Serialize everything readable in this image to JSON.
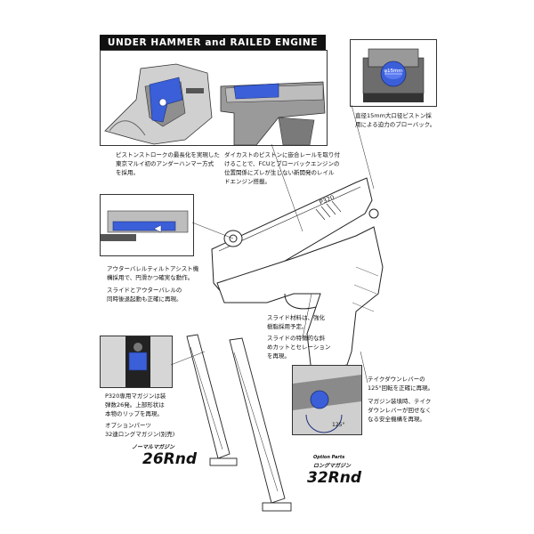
{
  "header": {
    "title": "UNDER HAMMER and RAILED ENGINE"
  },
  "captions": {
    "hammer": [
      "ピストンストロークの最長化を実現した",
      "東京マルイ初のアンダーハンマー方式",
      "を採用。"
    ],
    "rail": [
      "ダイカストのピストンに嵌合レールを取り付",
      "けることで、FCUとブローバックエンジンの",
      "位置関係にズレが生じない新開発のレイル",
      "ドエンジン搭載。"
    ],
    "piston": [
      "直径15mm大口径ピストン採",
      "用による迫力のブローバック。"
    ],
    "barrel_1": [
      "アウターバレルティルトアシスト機",
      "構採用で、円滑かつ確実な動作。"
    ],
    "barrel_2": [
      "スライドとアウターバレルの",
      "同時後退起動も正確に再現。"
    ],
    "slide_1": [
      "スライド材料は、強化",
      "樹脂採用予定。"
    ],
    "slide_2": [
      "スライドの特徴的な斜",
      "めカットとセレーション",
      "を再現。"
    ],
    "takedown_1": [
      "テイクダウンレバーの",
      "125°回転を正確に再現。"
    ],
    "takedown_2": [
      "マガジン装填時、テイク",
      "ダウンレバーが回せなく",
      "なる安全機構を再現。"
    ],
    "magazine_1": [
      "P320専用マガジンは装",
      "弾数26発。上部形状は",
      "本物のリップを再現。"
    ],
    "magazine_2": [
      "オプションパーツ",
      "32連ロングマガジン(別売)"
    ]
  },
  "labels": {
    "diameter": "φ15mm",
    "angle": "125°",
    "brand": "P320",
    "normal_mag": "ノーマルマガジン",
    "normal_rnd": "26Rnd",
    "option_parts": "Option Parts",
    "long_mag": "ロングマガジン",
    "long_rnd": "32Rnd"
  },
  "colors": {
    "accent_blue": "#3b5fd8",
    "ink": "#111111",
    "metal_gray": "#c8c8c8",
    "dark_gray": "#555555"
  }
}
